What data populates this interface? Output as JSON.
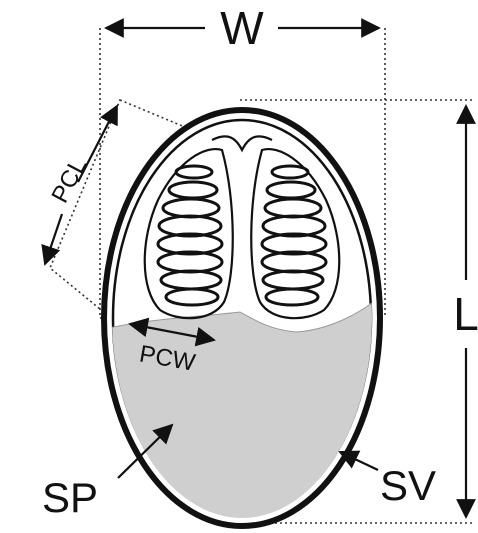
{
  "labels": {
    "width": "W",
    "length": "L",
    "polar_capsule_length": "PCL",
    "polar_capsule_width": "PCW",
    "sporoplasm": "SP",
    "shell_valve": "SV"
  },
  "colors": {
    "ink": "#111111",
    "sporoplasm_fill": "#cfcfcf",
    "background": "#ffffff"
  }
}
